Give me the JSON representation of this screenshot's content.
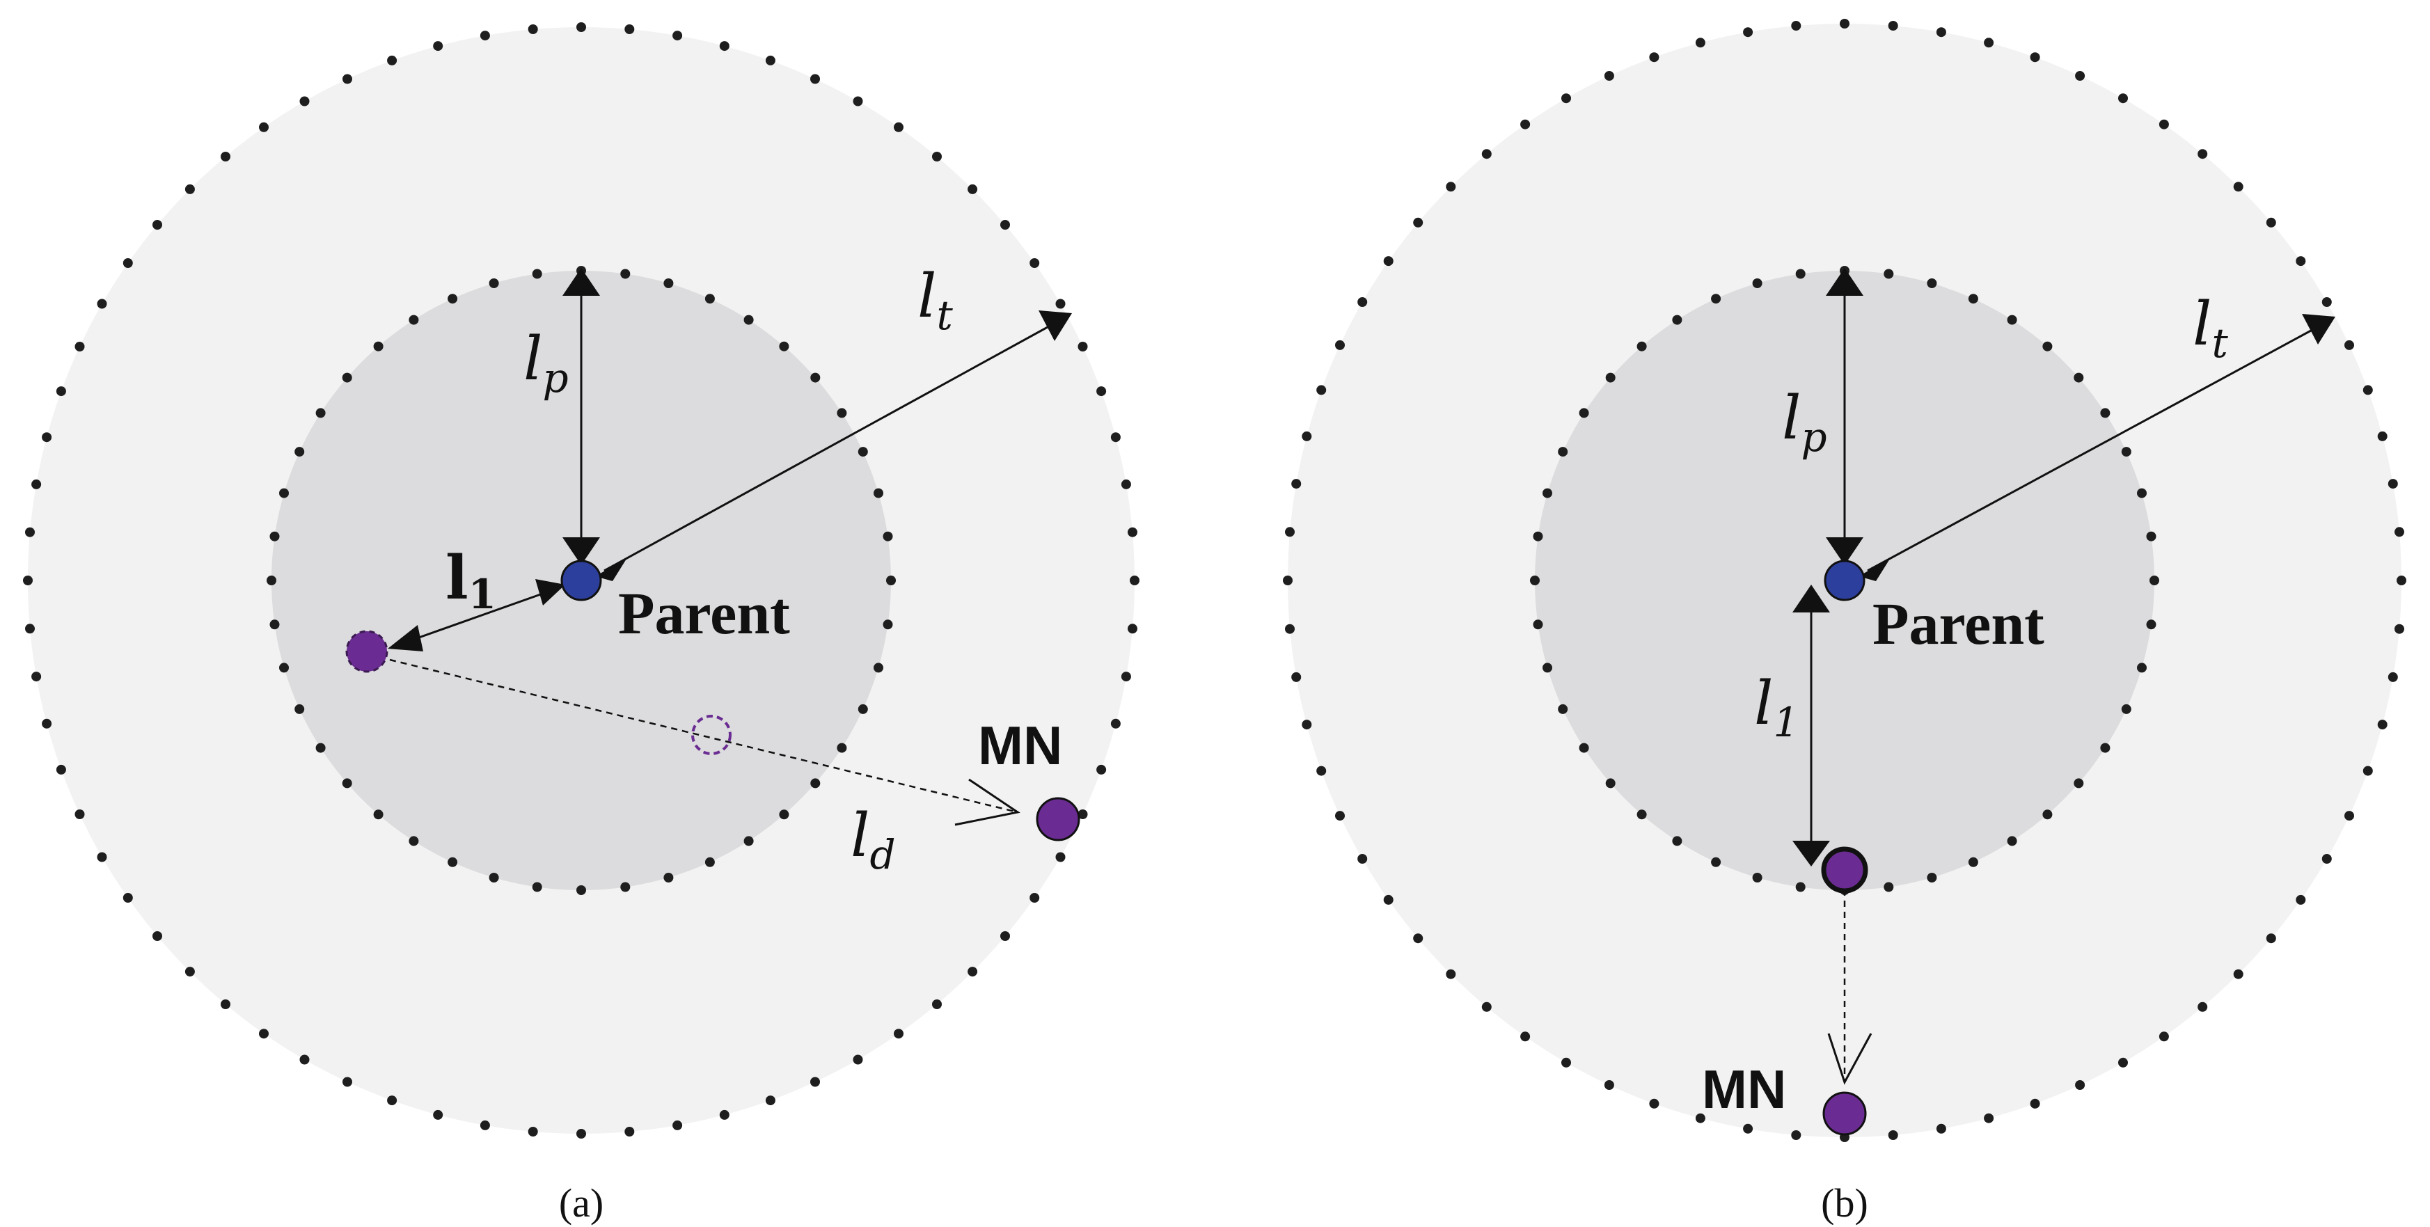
{
  "colors": {
    "outer_zone": "#f2f2f2",
    "inner_zone": "#dcdcde",
    "parent_node": "#2d3f9c",
    "mobile_node": "#6a2c92"
  },
  "panels": [
    {
      "caption": "(a)",
      "parent_label": "Parent",
      "mn_label": "MN",
      "lp": {
        "base": "l",
        "sub": "p"
      },
      "lt": {
        "base": "l",
        "sub": "t"
      },
      "l1": {
        "base": "l",
        "sub": "1"
      },
      "ld": {
        "base": "l",
        "sub": "d"
      }
    },
    {
      "caption": "(b)",
      "parent_label": "Parent",
      "mn_label": "MN",
      "lp": {
        "base": "l",
        "sub": "p"
      },
      "lt": {
        "base": "l",
        "sub": "t"
      },
      "l1": {
        "base": "l",
        "sub": "1"
      }
    }
  ]
}
